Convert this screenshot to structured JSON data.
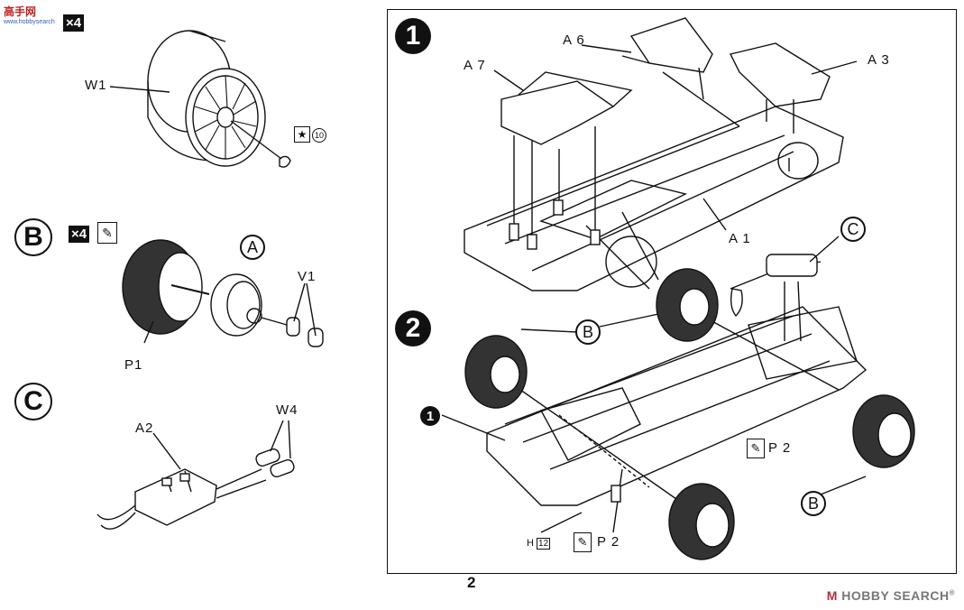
{
  "logo": {
    "text": "高手网",
    "sub": "www.hobbysearch"
  },
  "wheel": {
    "qty": "×4",
    "label": "W1",
    "decal": "10"
  },
  "tire": {
    "circle": "B",
    "qty": "×4",
    "hub_circle": "A",
    "label_tire": "P1",
    "label_cap": "V1"
  },
  "exhaust": {
    "circle": "C",
    "label_muffler": "A2",
    "label_pipes": "W4"
  },
  "step1": {
    "number": "1",
    "labels": {
      "a6": "A 6",
      "a7": "A 7",
      "a3": "A 3",
      "a1": "A 1"
    }
  },
  "step2": {
    "number": "2",
    "circle_c": "C",
    "circle_b_left": "B",
    "circle_b_right": "B",
    "marker_1": "1",
    "paint_p2_right": "P 2",
    "paint_p2_bottom": "P 2",
    "h_label": "H",
    "h_num": "12"
  },
  "page_number": "2",
  "watermark": {
    "mark": "M",
    "text": "HOBBY SEARCH",
    "r": "®"
  },
  "colors": {
    "ink": "#111111",
    "paper": "#ffffff",
    "tire": "#2a2a2a",
    "watermark": "#777777"
  }
}
